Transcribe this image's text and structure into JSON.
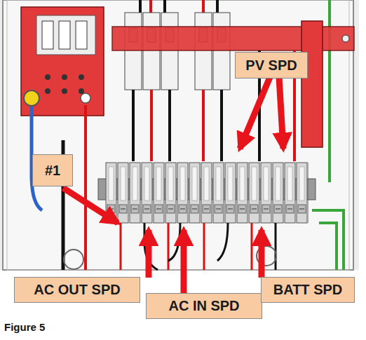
{
  "diagram": {
    "caption": "Figure 5",
    "nodes": [
      {
        "text": [
          "PV SPD"
        ]
      },
      {
        "text": [
          "#1"
        ]
      },
      {
        "text": [
          "AC OUT SPD"
        ]
      },
      {
        "text": [
          "AC IN SPD"
        ]
      },
      {
        "text": [
          "BATT SPD"
        ]
      }
    ]
  }
}
